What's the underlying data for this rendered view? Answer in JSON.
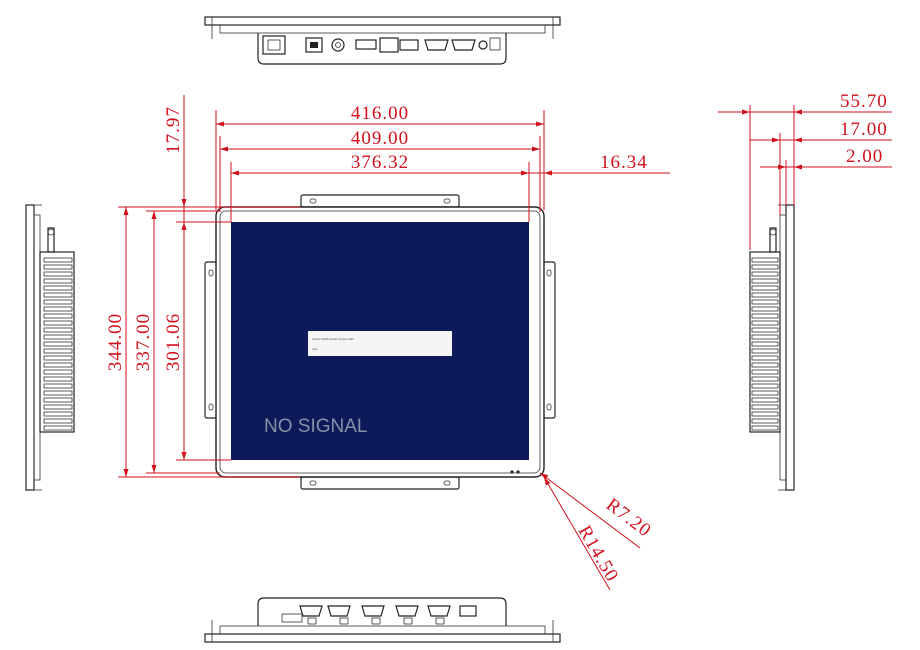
{
  "dimensions": {
    "width_outer": "416.00",
    "width_bezel": "409.00",
    "width_display": "376.32",
    "offset_right": "16.34",
    "height_outer": "344.00",
    "height_bezel": "337.00",
    "height_display": "301.06",
    "offset_top": "17.97",
    "depth_total": "55.70",
    "depth_mid": "17.00",
    "depth_front": "2.00",
    "radius_inner": "R7.20",
    "radius_outer": "R14.50"
  },
  "screen": {
    "no_signal": "NO SIGNAL",
    "dialog_title": "Select HDMI Audio Output Path",
    "dialog_option": "Sp4"
  },
  "colors": {
    "dimension": "#d0101c",
    "screen": "#0c1a5a",
    "outline": "#222222"
  }
}
